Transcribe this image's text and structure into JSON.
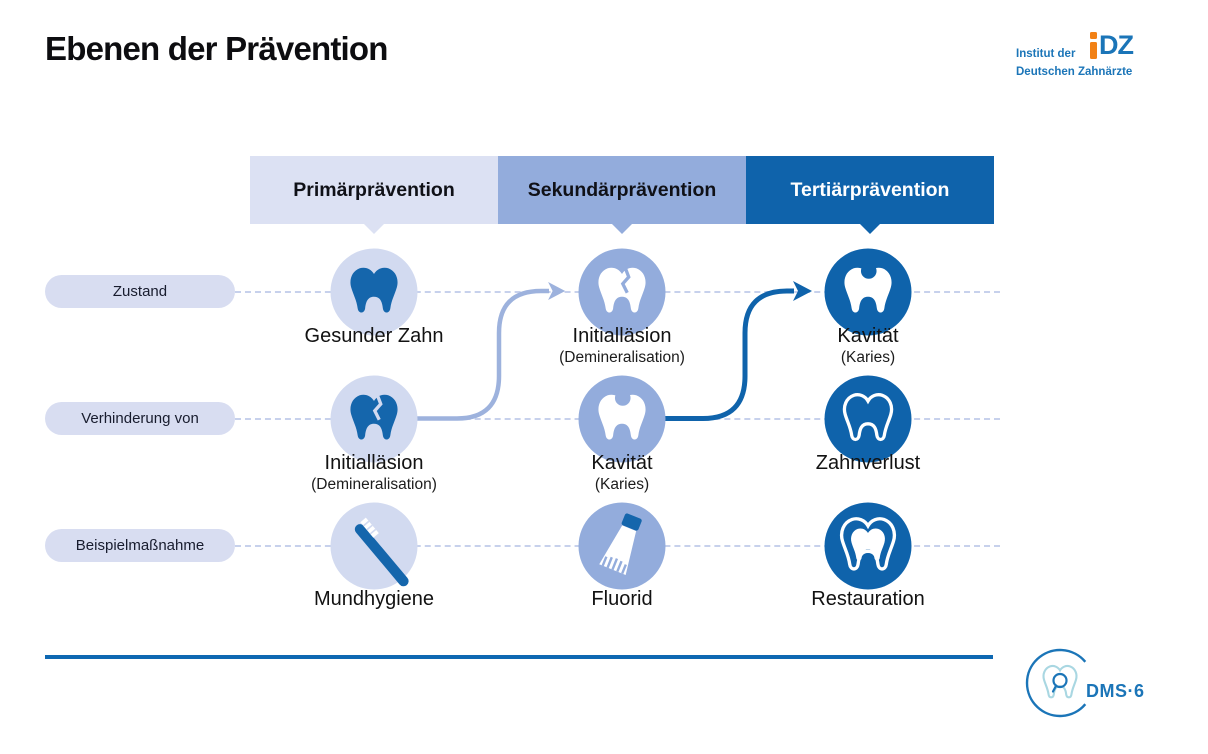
{
  "page": {
    "title": "Ebenen der Prävention"
  },
  "idz_logo": {
    "mark_letters": "DZ",
    "line1": "Institut der",
    "line2": "Deutschen Zahnärzte"
  },
  "columns": [
    {
      "label": "Primärprävention",
      "color": "#dce1f3",
      "text_color": "#101117"
    },
    {
      "label": "Sekundärprävention",
      "color": "#93acdc",
      "text_color": "#101117"
    },
    {
      "label": "Tertiärprävention",
      "color": "#0f63ab",
      "text_color": "#ffffff"
    }
  ],
  "rows": [
    {
      "label": "Zustand"
    },
    {
      "label": "Verhinderung von"
    },
    {
      "label": "Beispielmaßnahme"
    }
  ],
  "cells": [
    {
      "icon": "healthy-tooth-icon",
      "label": "Gesunder Zahn",
      "sublabel": ""
    },
    {
      "icon": "initial-lesion-tooth-icon",
      "label": "Initialläsion",
      "sublabel": "(Demineralisation)"
    },
    {
      "icon": "cavity-tooth-icon",
      "label": "Kavität",
      "sublabel": "(Karies)"
    },
    {
      "icon": "initial-lesion-tooth-icon",
      "label": "Initialläsion",
      "sublabel": "(Demineralisation)"
    },
    {
      "icon": "cavity-tooth-icon",
      "label": "Kavität",
      "sublabel": "(Karies)"
    },
    {
      "icon": "tooth-outline-icon",
      "label": "Zahnverlust",
      "sublabel": ""
    },
    {
      "icon": "toothbrush-icon",
      "label": "Mundhygiene",
      "sublabel": ""
    },
    {
      "icon": "toothpaste-icon",
      "label": "Fluorid",
      "sublabel": ""
    },
    {
      "icon": "restored-tooth-icon",
      "label": "Restauration",
      "sublabel": ""
    }
  ],
  "footer": {
    "dms_label": "DMS·6"
  },
  "colors": {
    "col-light": "#dce1f3",
    "col-medium": "#93acdc",
    "col-dark": "#0f63ab",
    "circle-light": "#d2daf0",
    "tooth-dark": "#1566ac",
    "ink": "#101117",
    "pill-bg": "#d8ddf1",
    "pill-ink": "#181c2e",
    "dashed": "#c7d1ec",
    "arrow-light": "#9db2dd",
    "arrow-dark": "#0f63ab",
    "rule": "#0e68b2",
    "logo-blue": "#1b75b8",
    "logo-cyan": "#a9d7e2",
    "logo-orange": "#f28115"
  }
}
